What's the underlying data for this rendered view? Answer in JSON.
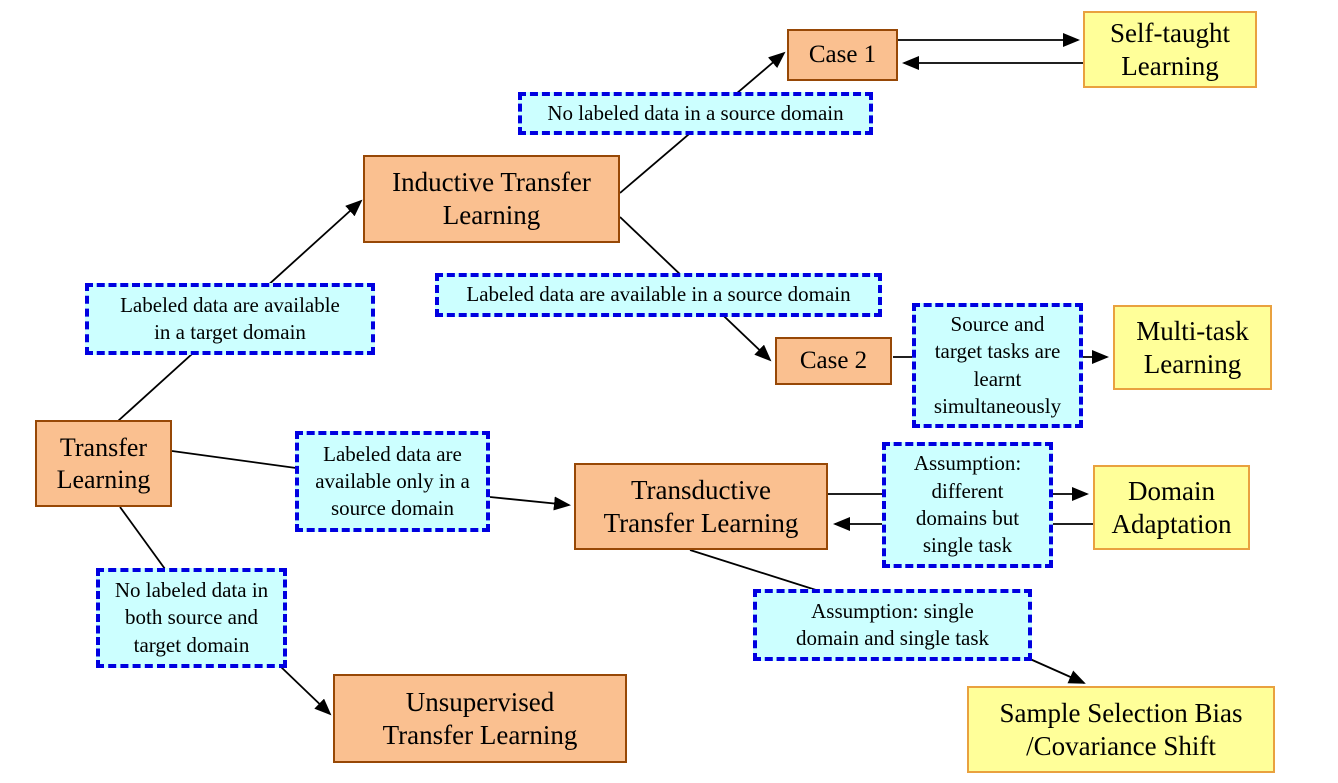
{
  "colors": {
    "background": "#FFFFFF",
    "category_fill": "#FAC090",
    "category_border": "#974806",
    "approach_fill": "#FFFF99",
    "approach_border": "#E9A13F",
    "condition_fill": "#CCFFFF",
    "condition_border": "#0000E0",
    "arrow": "#000000",
    "text": "#000000"
  },
  "nodes": {
    "transfer_learning": {
      "type": "category",
      "label": "Transfer\nLearning"
    },
    "inductive": {
      "type": "category",
      "label": "Inductive Transfer\nLearning"
    },
    "case1": {
      "type": "category",
      "label": "Case 1"
    },
    "case2": {
      "type": "category",
      "label": "Case 2"
    },
    "transductive": {
      "type": "category",
      "label": "Transductive\nTransfer Learning"
    },
    "unsupervised": {
      "type": "category",
      "label": "Unsupervised\nTransfer Learning"
    },
    "self_taught": {
      "type": "approach",
      "label": "Self-taught\nLearning"
    },
    "multi_task": {
      "type": "approach",
      "label": "Multi-task\nLearning"
    },
    "domain_adaptation": {
      "type": "approach",
      "label": "Domain\nAdaptation"
    },
    "sample_selection": {
      "type": "approach",
      "label": "Sample Selection Bias\n/Covariance Shift"
    },
    "cond_target_labeled": {
      "type": "condition",
      "label": "Labeled data are available\nin a target domain"
    },
    "cond_no_source_labels": {
      "type": "condition",
      "label": "No labeled data in a source domain"
    },
    "cond_source_labeled": {
      "type": "condition",
      "label": "Labeled data are available in a source domain"
    },
    "cond_simultaneous": {
      "type": "condition",
      "label": "Source and\ntarget tasks are\nlearnt\nsimultaneously"
    },
    "cond_only_source": {
      "type": "condition",
      "label": "Labeled data are\navailable only in a\nsource domain"
    },
    "cond_diff_domains": {
      "type": "condition",
      "label": "Assumption:\ndifferent\ndomains but\nsingle task"
    },
    "cond_no_labels_both": {
      "type": "condition",
      "label": "No labeled data in\nboth source and\ntarget domain"
    },
    "cond_single_domain": {
      "type": "condition",
      "label": "Assumption: single\ndomain and single task"
    }
  },
  "edges": [
    {
      "from": "transfer_learning",
      "via": "cond_target_labeled",
      "to": "inductive",
      "arrow": "forward"
    },
    {
      "from": "transfer_learning",
      "via": "cond_only_source",
      "to": "transductive",
      "arrow": "forward"
    },
    {
      "from": "transfer_learning",
      "via": "cond_no_labels_both",
      "to": "unsupervised",
      "arrow": "forward"
    },
    {
      "from": "inductive",
      "via": "cond_no_source_labels",
      "to": "case1",
      "arrow": "forward"
    },
    {
      "from": "inductive",
      "via": "cond_source_labeled",
      "to": "case2",
      "arrow": "forward"
    },
    {
      "from": "case1",
      "via": null,
      "to": "self_taught",
      "arrow": "both"
    },
    {
      "from": "case2",
      "via": "cond_simultaneous",
      "to": "multi_task",
      "arrow": "forward"
    },
    {
      "from": "transductive",
      "via": "cond_diff_domains",
      "to": "domain_adaptation",
      "arrow": "both"
    },
    {
      "from": "transductive",
      "via": "cond_single_domain",
      "to": "sample_selection",
      "arrow": "forward"
    }
  ]
}
